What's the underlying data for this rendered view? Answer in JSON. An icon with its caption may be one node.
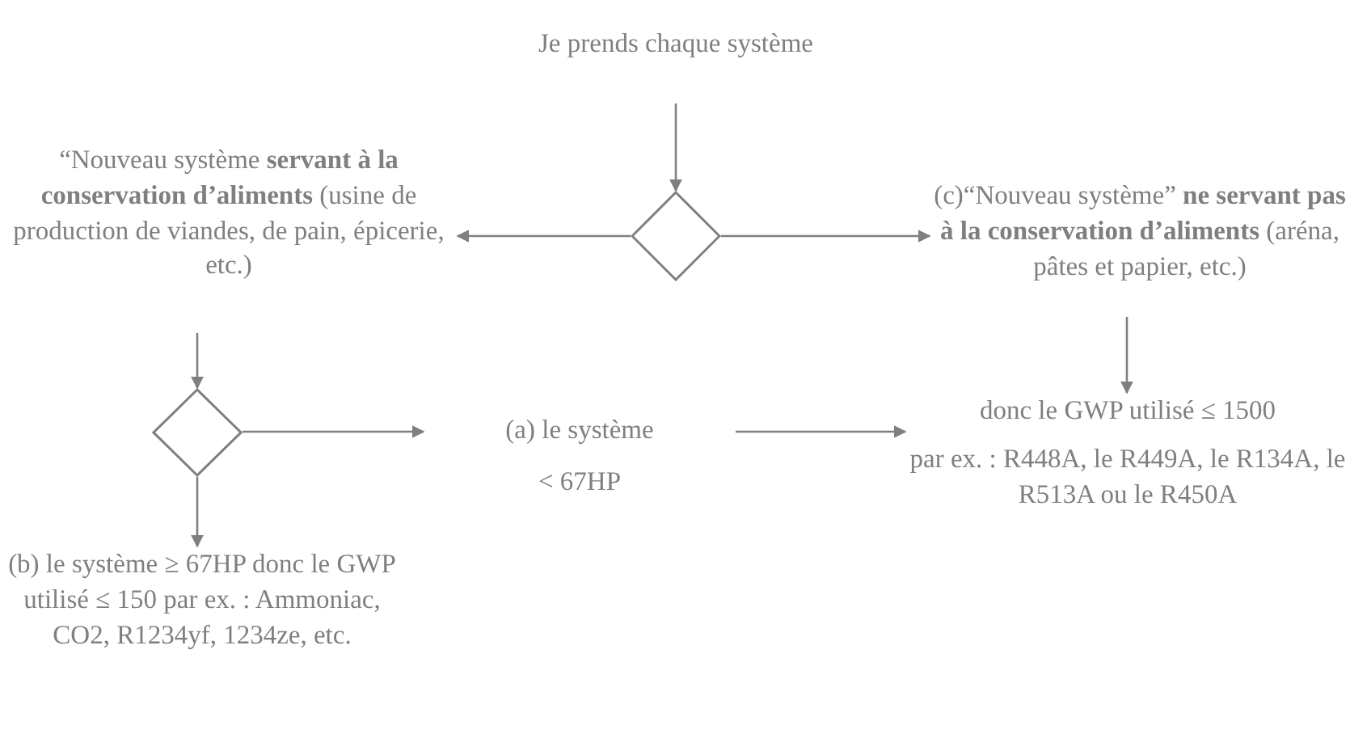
{
  "diagram": {
    "nodes": [
      {
        "text": [
          "Je prends chaque système"
        ]
      },
      {
        "text": [],
        "shape": "diamond"
      },
      {
        "text": [
          "“Nouveau système **servant à la conservation d’aliments** (usine de production de viandes, de pain, épicerie, etc.)"
        ]
      },
      {
        "text": [
          "(c)“Nouveau système” **ne servant pas à la conservation d’aliments** (aréna, pâtes et papier, etc.)"
        ]
      },
      {
        "text": [],
        "shape": "diamond"
      },
      {
        "text": [
          "(a) le système",
          "< 67HP"
        ]
      },
      {
        "text": [
          "donc le GWP utilisé ≤ 1500",
          "par ex. : R448A, le R449A, le R134A, le R513A ou le R450A"
        ]
      },
      {
        "text": [
          "(b) le système ≥ 67HP donc le GWP utilisé ≤ 150 par ex. : Ammoniac, CO2, R1234yf, 1234ze, etc."
        ]
      }
    ],
    "edges": [
      {
        "from": 0,
        "to": 1,
        "arrow": "to"
      },
      {
        "from": 1,
        "to": 2,
        "arrow": "to"
      },
      {
        "from": 1,
        "to": 3,
        "arrow": "to"
      },
      {
        "from": 2,
        "to": 4,
        "arrow": "to"
      },
      {
        "from": 4,
        "to": 5,
        "arrow": "to"
      },
      {
        "from": 5,
        "to": 6,
        "arrow": "to"
      },
      {
        "from": 3,
        "to": 6,
        "arrow": "to"
      },
      {
        "from": 4,
        "to": 7,
        "arrow": "to"
      }
    ]
  }
}
